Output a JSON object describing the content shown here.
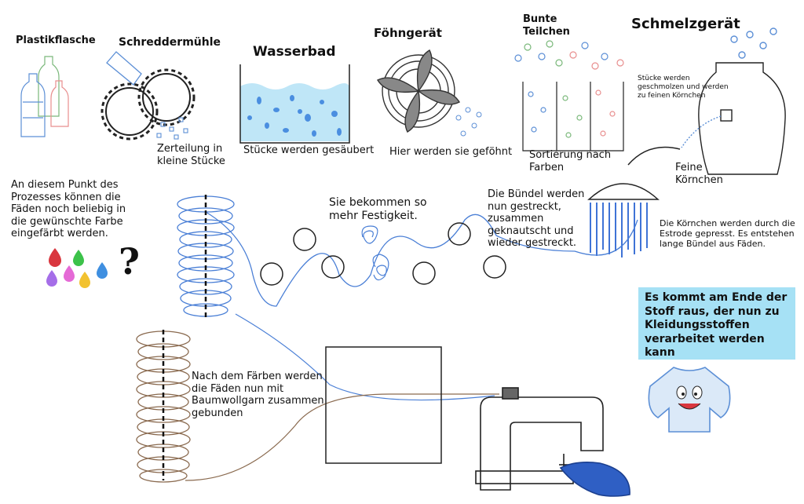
{
  "steps": {
    "bottle": "Plastikflasche",
    "shredder": "Schreddermühle",
    "water_bath": "Wasserbad",
    "dryer": "Föhngerät",
    "colored_parts": "Bunte\nTeilchen",
    "melter": "Schmelzgerät"
  },
  "captions": {
    "shredder": "Zerteilung in\nkleine Stücke",
    "water_bath": "Stücke werden gesäubert",
    "dryer": "Hier werden sie geföhnt",
    "sorting": "Sortierung nach\nFarben",
    "melter": "Stücke werden\ngeschmolzen und werden\nzu feinen Körnchen",
    "grains": "Feine\nKörnchen",
    "extrusion": "Die Körnchen werden durch die\nEstrode gepresst. Es entstehen\nlange Bündel aus Fäden.",
    "stretch": "Die Bündel werden\nnun gestreckt,\nzusammen\ngeknautscht und\nwieder gestreckt.",
    "firmness": "Sie bekommen so\nmehr Festigkeit.",
    "dye": "An diesem Punkt des\nProzesses können die\nFäden noch beliebig in\ndie gewünschte Farbe\neingefärbt werden.",
    "question_mark": "?",
    "cotton": "Nach dem Färben werden\ndie Fäden nun mit\nBaumwollgarn zusammen\ngebunden",
    "final": "Es kommt am Ende der\nStoff raus, der nun zu\nKleidungsstoffen\nverarbeitet werden kann"
  },
  "colors": {
    "blue_thread": "#4a7fd6",
    "brown_thread": "#8a6a4f",
    "water": "#bfe6f7",
    "final_box": "#a6e1f5",
    "cloth": "#2f5fc4",
    "drops": [
      "#d9363e",
      "#3cc24a",
      "#e56ad6",
      "#a56ee8",
      "#f2c230",
      "#3f8fe0"
    ]
  },
  "icons": [
    "bottles-icon",
    "shredder-icon",
    "water-bath-icon",
    "fan-icon",
    "sorting-bins-icon",
    "melter-pot-icon",
    "shower-extruder-icon",
    "rollers-icon",
    "paint-drops-icon",
    "sewing-machine-icon",
    "sweater-icon"
  ]
}
